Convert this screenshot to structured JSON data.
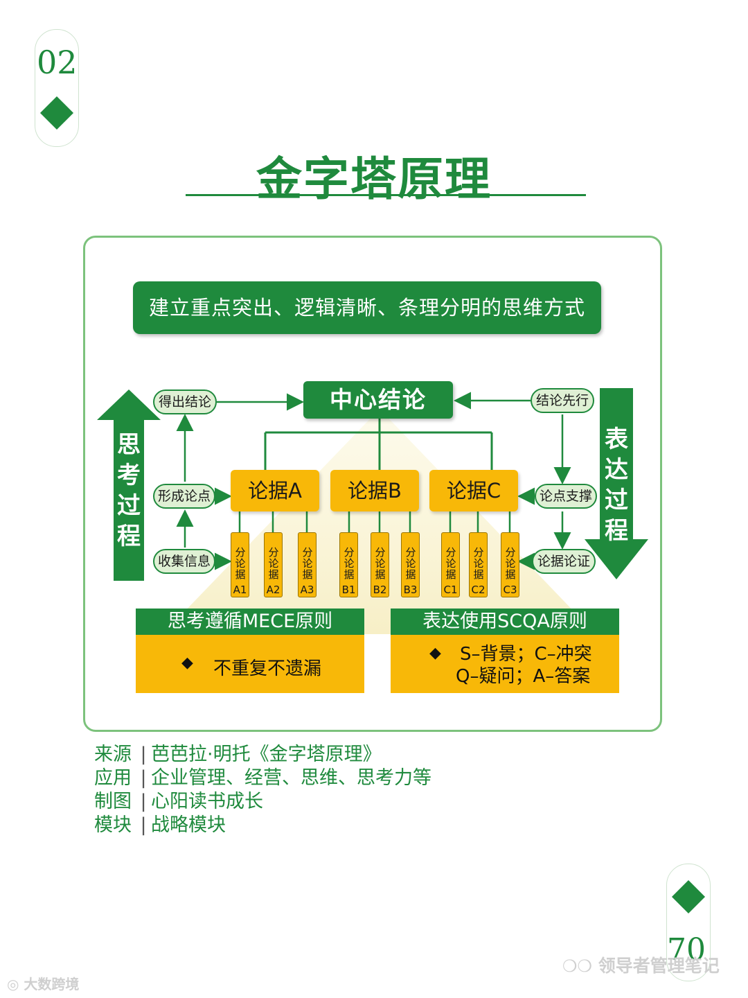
{
  "page": {
    "section_number": "02",
    "page_number": "70",
    "title": "金字塔原理"
  },
  "diagram": {
    "banner": "建立重点突出、逻辑清晰、条理分明的思维方式",
    "center": "中心结论",
    "left_flow": {
      "label": "思考过程",
      "chars": [
        "思",
        "考",
        "过",
        "程"
      ],
      "steps": [
        "得出结论",
        "形成论点",
        "收集信息"
      ]
    },
    "right_flow": {
      "label": "表达过程",
      "chars": [
        "表",
        "达",
        "过",
        "程"
      ],
      "steps": [
        "结论先行",
        "论点支撑",
        "论据论证"
      ]
    },
    "arguments": [
      "论据A",
      "论据B",
      "论据C"
    ],
    "sub_prefix": "分论据",
    "sub_arguments": [
      "A1",
      "A2",
      "A3",
      "B1",
      "B2",
      "B3",
      "C1",
      "C2",
      "C3"
    ],
    "rules": [
      {
        "title": "思考遵循MECE原则",
        "items": [
          "不重复不遗漏"
        ]
      },
      {
        "title": "表达使用SCQA原则",
        "items": [
          "S–背景；C–冲突",
          "Q–疑问；A–答案"
        ]
      }
    ]
  },
  "info": [
    {
      "key": "来源",
      "sep": "|",
      "value": "芭芭拉·明托《金字塔原理》"
    },
    {
      "key": "应用",
      "sep": "|",
      "value": "企业管理、经营、思维、思考力等"
    },
    {
      "key": "制图",
      "sep": "|",
      "value": "心阳读书成长"
    },
    {
      "key": "模块",
      "sep": "|",
      "value": "战略模块"
    }
  ],
  "watermarks": {
    "wechat": "领导者管理笔记",
    "corner": "大数跨境"
  },
  "colors": {
    "green": "#1f8a3d",
    "yellow": "#f8b808",
    "light_green": "#dff0d4",
    "frame": "#7cc27c"
  }
}
